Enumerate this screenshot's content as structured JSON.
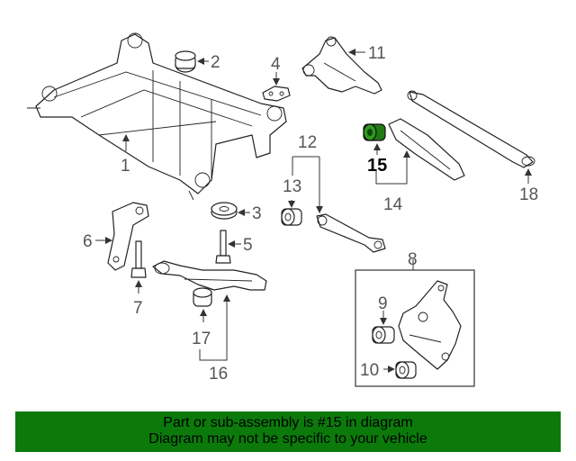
{
  "callouts": {
    "c1": "1",
    "c2": "2",
    "c3": "3",
    "c4": "4",
    "c5": "5",
    "c6": "6",
    "c7": "7",
    "c8": "8",
    "c9": "9",
    "c10": "10",
    "c11": "11",
    "c12": "12",
    "c13": "13",
    "c14": "14",
    "c15": "15",
    "c16": "16",
    "c17": "17",
    "c18": "18"
  },
  "highlight": {
    "part_number": "15",
    "color": "#1f7a12"
  },
  "banner": {
    "line1": "Part or sub-assembly is #15 in diagram",
    "line2": "Diagram may not be specific to your vehicle",
    "background": "#0b7a0b"
  }
}
